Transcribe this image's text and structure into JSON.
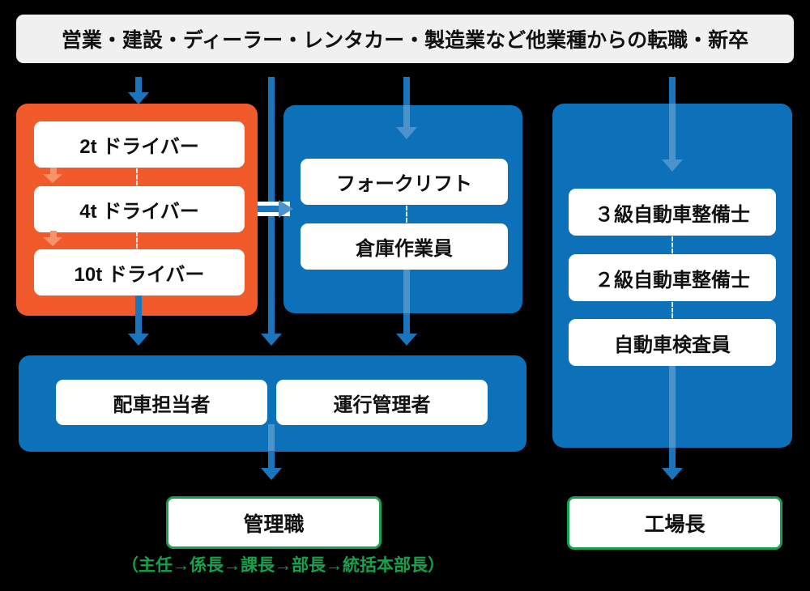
{
  "banner": {
    "text": "営業・建設・ディーラー・レンタカー・製造業など他業種からの転職・新卒"
  },
  "groups": {
    "driver": {
      "items": [
        "2t ドライバー",
        "4t ドライバー",
        "10t ドライバー"
      ]
    },
    "warehouse": {
      "items": [
        "フォークリフト",
        "倉庫作業員"
      ]
    },
    "mechanic": {
      "items": [
        "３級自動車整備士",
        "２級自動車整備士",
        "自動車検査員"
      ]
    },
    "operations": {
      "items": [
        "配車担当者",
        "運行管理者"
      ]
    }
  },
  "goals": {
    "management": {
      "label": "管理職",
      "note": "（主任→係長→課長→部長→統括本部長）"
    },
    "factory_manager": {
      "label": "工場長"
    }
  },
  "colors": {
    "background": "#000000",
    "banner_bg": "#f0f0f0",
    "orange": "#f15a2b",
    "blue": "#0c71b8",
    "arrow_blue": "#1b75bc",
    "arrow_light_blue": "#4c92cb",
    "arrow_light_orange": "#f6936b",
    "goal_border_green": "#14a24c",
    "note_green": "#14a24c"
  }
}
